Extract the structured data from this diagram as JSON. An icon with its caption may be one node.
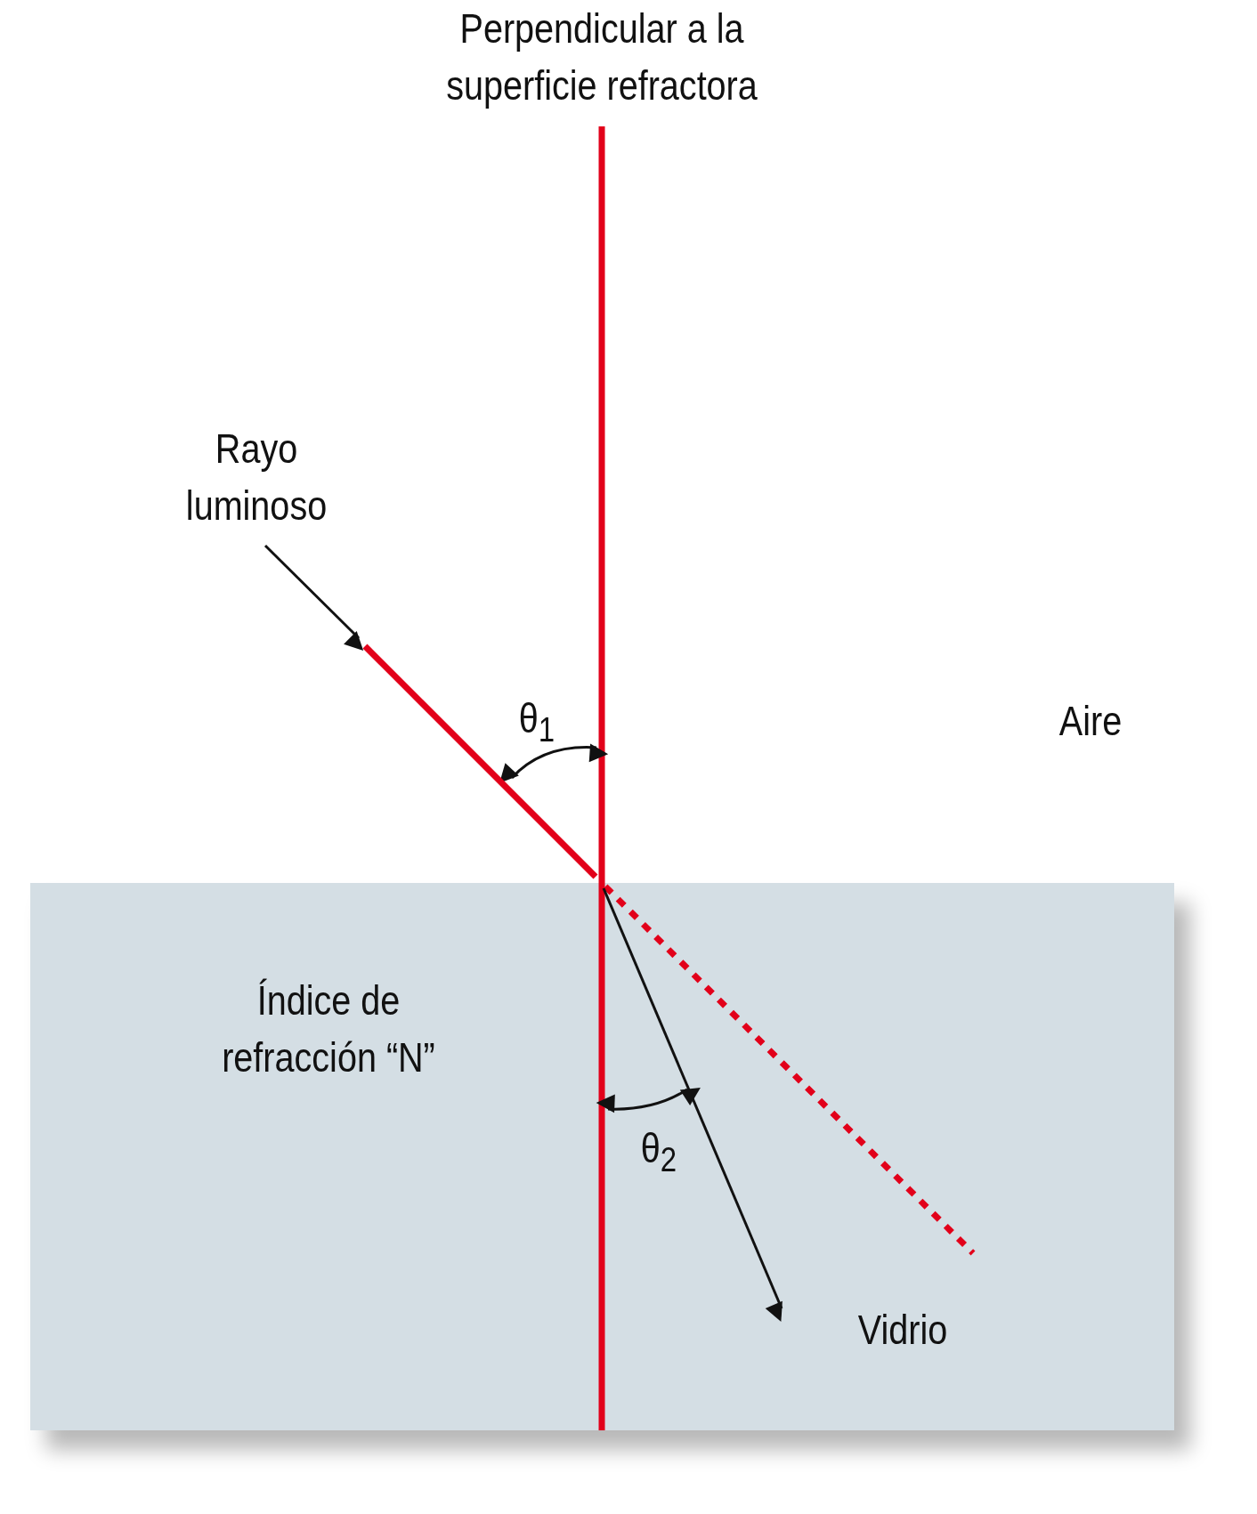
{
  "diagram": {
    "nodes": [
      {
        "text": [
          "Rayo luminoso"
        ]
      },
      {
        "text": [],
        "shape": "line"
      },
      {
        "text": [
          "Índice de refracción “N”",
          "Vidrio"
        ]
      }
    ],
    "edges": [
      {
        "from": 0,
        "to": 1,
        "arrow": "to"
      }
    ],
    "labels": [
      "Perpendicular a la superficie refractora",
      "θ$_{1}$",
      "Aire",
      "θ$_{2}$"
    ]
  }
}
